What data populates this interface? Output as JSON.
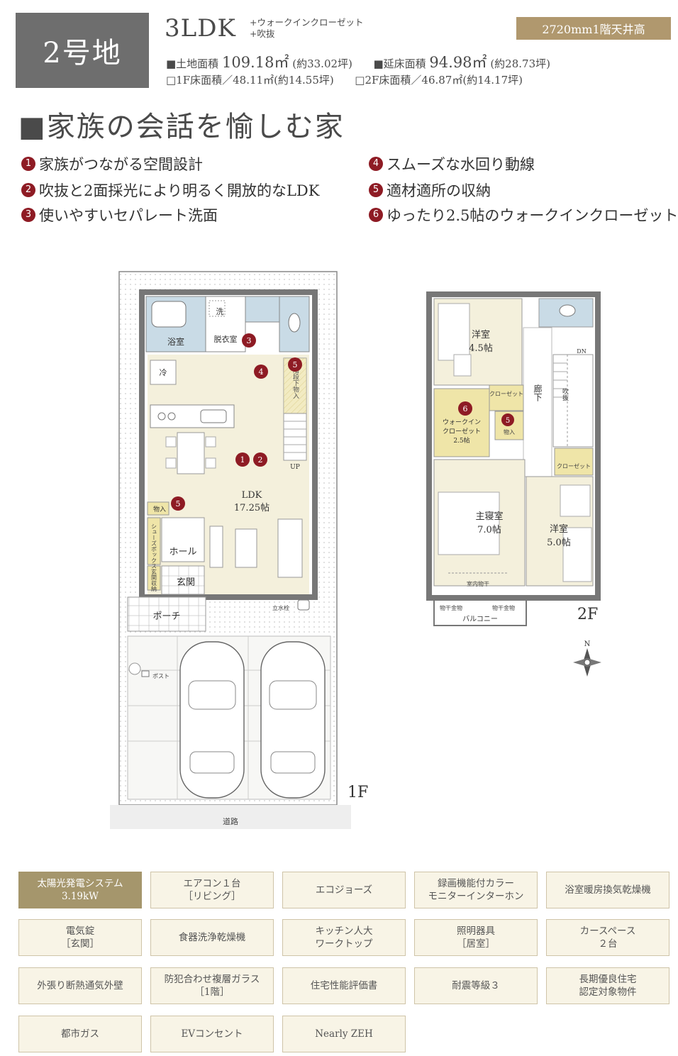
{
  "header": {
    "lot": "2号地",
    "plan_type": "3LDK",
    "plan_extras": [
      "+ウォークインクローゼット",
      "+吹抜"
    ],
    "ceiling_badge": "2720mm1階天井高"
  },
  "areas": {
    "land_label": "■土地面積",
    "land_value": "109.18㎡",
    "land_tsubo": "(約33.02坪)",
    "floor_label": "■延床面積",
    "floor_value": "94.98㎡",
    "floor_tsubo": "(約28.73坪)",
    "f1": "□1F床面積／48.11㎡(約14.55坪)",
    "f2": "□2F床面積／46.87㎡(約14.17坪)"
  },
  "headline": "■家族の会話を愉しむ家",
  "features": [
    {
      "num": "1",
      "text": "家族がつながる空間設計"
    },
    {
      "num": "2",
      "text": "吹抜と2面採光により明るく開放的なLDK"
    },
    {
      "num": "3",
      "text": "使いやすいセパレート洗面"
    },
    {
      "num": "4",
      "text": "スムーズな水回り動線"
    },
    {
      "num": "5",
      "text": "適材適所の収納"
    },
    {
      "num": "6",
      "text": "ゆったり2.5帖のウォークインクローゼット"
    }
  ],
  "plan1f": {
    "floor_label": "1F",
    "road": "道路",
    "bath": "浴室",
    "wash": "洗",
    "dressing": "脱衣室",
    "fridge": "冷",
    "stair_storage": "階段下物入",
    "ldk": "LDK",
    "ldk_size": "17.25帖",
    "up": "UP",
    "storage": "物入",
    "shoe_box": "シューズボックス",
    "hall": "ホール",
    "entrance_storage": "玄関収納",
    "entrance": "玄関",
    "porch": "ポーチ",
    "post": "ポスト",
    "faucet": "立水栓"
  },
  "plan2f": {
    "floor_label": "2F",
    "dn": "DN",
    "western_a": "洋室",
    "western_a_size": "4.5帖",
    "closet": "クローゼット",
    "corridor": "廊下",
    "atrium": "吹抜",
    "wic_l1": "ウォークイン",
    "wic_l2": "クローゼット",
    "wic_size": "2.5帖",
    "storage": "物入",
    "master": "主寝室",
    "master_size": "7.0帖",
    "western_b": "洋室",
    "western_b_size": "5.0帖",
    "indoor_dryer": "室内物干",
    "dryer_a": "物干金物",
    "dryer_b": "物干金物",
    "balcony": "バルコニー"
  },
  "compass_n": "N",
  "amenities": [
    {
      "lines": [
        "太陽光発電システム",
        "3.19kW"
      ],
      "highlight": true
    },
    {
      "lines": [
        "エアコン１台",
        "［リビング］"
      ]
    },
    {
      "lines": [
        "エコジョーズ"
      ]
    },
    {
      "lines": [
        "録画機能付カラー",
        "モニターインターホン"
      ]
    },
    {
      "lines": [
        "浴室暖房換気乾燥機"
      ]
    },
    {
      "lines": [
        "電気錠",
        "［玄関］"
      ]
    },
    {
      "lines": [
        "食器洗浄乾燥機"
      ]
    },
    {
      "lines": [
        "キッチン人大",
        "ワークトップ"
      ]
    },
    {
      "lines": [
        "照明器具",
        "［居室］"
      ]
    },
    {
      "lines": [
        "カースペース",
        "２台"
      ]
    },
    {
      "lines": [
        "外張り断熱通気外壁"
      ]
    },
    {
      "lines": [
        "防犯合わせ複層ガラス",
        "［1階］"
      ]
    },
    {
      "lines": [
        "住宅性能評価書"
      ]
    },
    {
      "lines": [
        "耐震等級３"
      ]
    },
    {
      "lines": [
        "長期優良住宅",
        "認定対象物件"
      ]
    },
    {
      "lines": [
        "都市ガス"
      ]
    },
    {
      "lines": [
        "EVコンセント"
      ]
    },
    {
      "lines": [
        "Nearly ZEH"
      ]
    }
  ],
  "colors": {
    "badge_red": "#8e1b24",
    "gold": "#b0986e",
    "tile_bg": "#f8f4e6",
    "floor_cream": "#f4f0dc",
    "closet_yellow": "#efe5a8",
    "water_blue": "#c9dbe6"
  }
}
